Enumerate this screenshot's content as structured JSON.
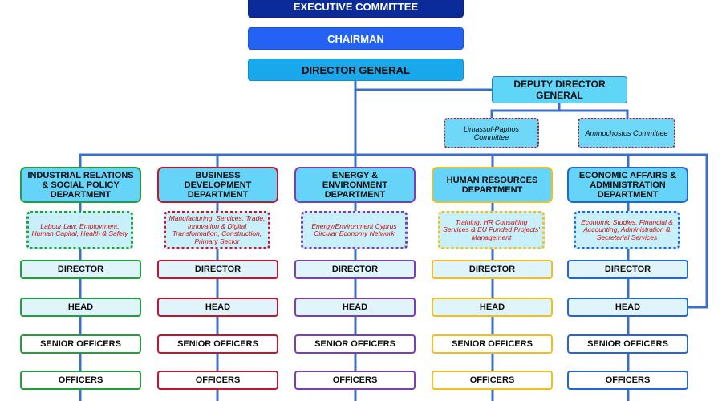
{
  "top": {
    "executive_committee": "EXECUTIVE COMMITTEE",
    "chairman": "CHAIRMAN",
    "director_general": "DIRECTOR GENERAL",
    "deputy_director_general": "DEPUTY DIRECTOR GENERAL"
  },
  "committees": {
    "limassol_paphos": "Limassol-Paphos Committee",
    "ammochostos": "Ammochostos Committee"
  },
  "levels": {
    "director": "DIRECTOR",
    "head": "HEAD",
    "senior_officers": "SENIOR OFFICERS",
    "officers": "OFFICERS"
  },
  "departments": [
    {
      "name": "INDUSTRIAL RELATIONS & SOCIAL POLICY DEPARTMENT",
      "areas": "Labour Law, Employment, Human Capital, Health & Safety",
      "color": "#1fa03c"
    },
    {
      "name": "BUSINESS DEVELOPMENT DEPARTMENT",
      "areas": "Manufacturing, Services, Trade, Innovation & Digital Transformation, Construction, Primary Sector",
      "color": "#c01630"
    },
    {
      "name": "ENERGY & ENVIRONMENT DEPARTMENT",
      "areas": "Energy/Environment Cyprus Circular Economy Network",
      "color": "#7a3fb0"
    },
    {
      "name": "HUMAN RESOURCES DEPARTMENT",
      "areas": "Training, HR Consulting Services & EU Funded Projects' Management",
      "color": "#f2bf1a"
    },
    {
      "name": "ECONOMIC AFFAIRS & ADMINISTRATION DEPARTMENT",
      "areas": "Economic Studies, Financial & Accounting, Administration & Secretarial Services",
      "color": "#2466d8"
    }
  ],
  "colors": {
    "connector": "#3c70c8",
    "executive_committee": "#0a2b99",
    "chairman": "#2462f4",
    "director_general": "#1aa8ec",
    "deputy_director_general": "#5fd6f8",
    "committee_border": "#b01428",
    "area_text": "#cc0a0a"
  }
}
